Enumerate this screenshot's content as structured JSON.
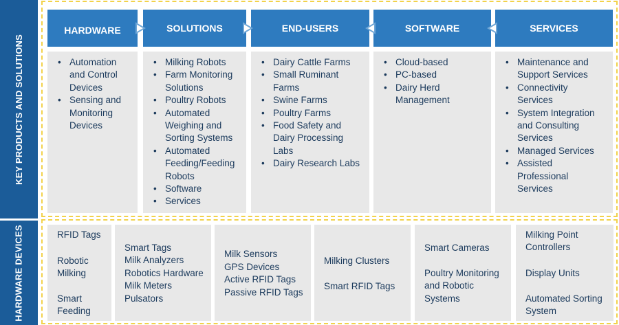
{
  "side_labels": {
    "top": "KEY PRODUCTS AND SOLUTIONS",
    "bottom": "HARDWARE DEVICES"
  },
  "columns": [
    {
      "header": "HARDWARE",
      "items": [
        "Automation and Control Devices",
        "Sensing and Monitoring Devices"
      ]
    },
    {
      "header": "SOLUTIONS",
      "items": [
        "Milking Robots",
        "Farm Monitoring Solutions",
        "Poultry Robots",
        "Automated Weighing and Sorting Systems",
        "Automated Feeding/Feeding Robots",
        "Software",
        "Services"
      ]
    },
    {
      "header": "END-USERS",
      "items": [
        "Dairy Cattle Farms",
        "Small Ruminant Farms",
        "Swine Farms",
        "Poultry Farms",
        "Food Safety and Dairy Processing Labs",
        "Dairy Research Labs"
      ]
    },
    {
      "header": "SOFTWARE",
      "items": [
        "Cloud-based",
        "PC-based",
        "Dairy Herd Management"
      ]
    },
    {
      "header": "SERVICES",
      "items": [
        "Maintenance and Support Services",
        "Connectivity Services",
        "System Integration and Consulting Services",
        "Managed Services",
        "Assisted Professional Services"
      ]
    }
  ],
  "hardware_devices": [
    [
      "RFID Tags",
      "Robotic Milking",
      "Smart Feeding"
    ],
    [
      "Smart Tags",
      "Milk Analyzers",
      "Robotics Hardware",
      "Milk Meters",
      "Pulsators"
    ],
    [
      "Milk Sensors",
      "GPS Devices",
      "Active RFID Tags",
      "Passive RFID Tags"
    ],
    [
      "Milking Clusters",
      "Smart RFID Tags"
    ],
    [
      "Smart Cameras",
      "Poultry Monitoring and Robotic Systems"
    ],
    [
      "Milking Point Controllers",
      "Display Units",
      "Automated Sorting System"
    ]
  ],
  "colors": {
    "side_label_bg": "#1b5c99",
    "header_bg": "#2e7bbf",
    "panel_bg": "#e8e8e8",
    "dash_border": "#f2d24b",
    "text": "#1b3a5c"
  }
}
